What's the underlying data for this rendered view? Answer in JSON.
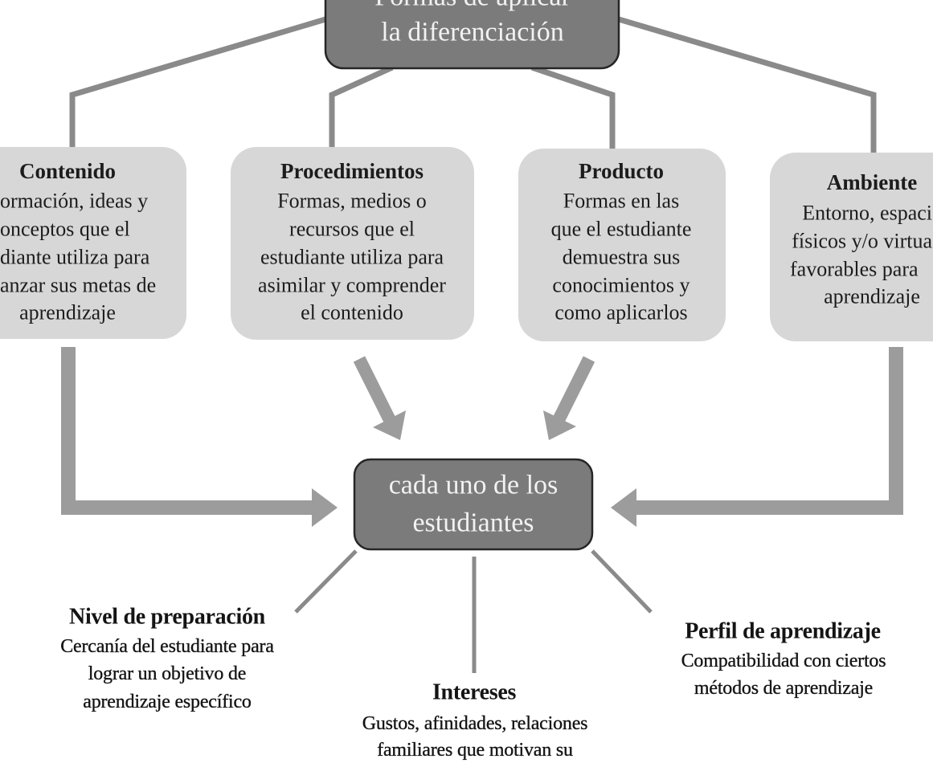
{
  "title": {
    "lines": [
      "Formas de aplicar",
      "la diferenciación"
    ]
  },
  "categories": [
    {
      "title": "Contenido",
      "lines": [
        "ormación, ideas y",
        "onceptos que el",
        "diante utiliza para",
        "anzar sus metas de",
        "aprendizaje"
      ]
    },
    {
      "title": "Procedimientos",
      "lines": [
        "Formas, medios o",
        "recursos que el",
        "estudiante utiliza para",
        "asimilar y comprender",
        "el contenido"
      ]
    },
    {
      "title": "Producto",
      "lines": [
        "Formas en las",
        "que el estudiante",
        "demuestra sus",
        "conocimientos y",
        "como aplicarlos"
      ]
    },
    {
      "title": "Ambiente",
      "lines": [
        "Entorno, espaci",
        "físicos y/o virtua",
        "favorables para",
        "aprendizaje"
      ]
    }
  ],
  "center": {
    "lines": [
      "cada uno de los",
      "estudiantes"
    ]
  },
  "factors": [
    {
      "title": "Nivel de preparación",
      "lines": [
        "Cercanía del estudiante para",
        "lograr un objetivo de",
        "aprendizaje específico"
      ]
    },
    {
      "title": "Intereses",
      "lines": [
        "Gustos, afinidades, relaciones",
        "familiares que motivan su"
      ]
    },
    {
      "title": "Perfil de aprendizaje",
      "lines": [
        "Compatibilidad con ciertos",
        "métodos de aprendizaje"
      ]
    }
  ],
  "colors": {
    "dark_box": "#7b7b7b",
    "light_box": "#d7d7d7",
    "connector": "#8a8a8a",
    "arrow": "#9c9c9c",
    "text_light": "#f2f2f2"
  }
}
